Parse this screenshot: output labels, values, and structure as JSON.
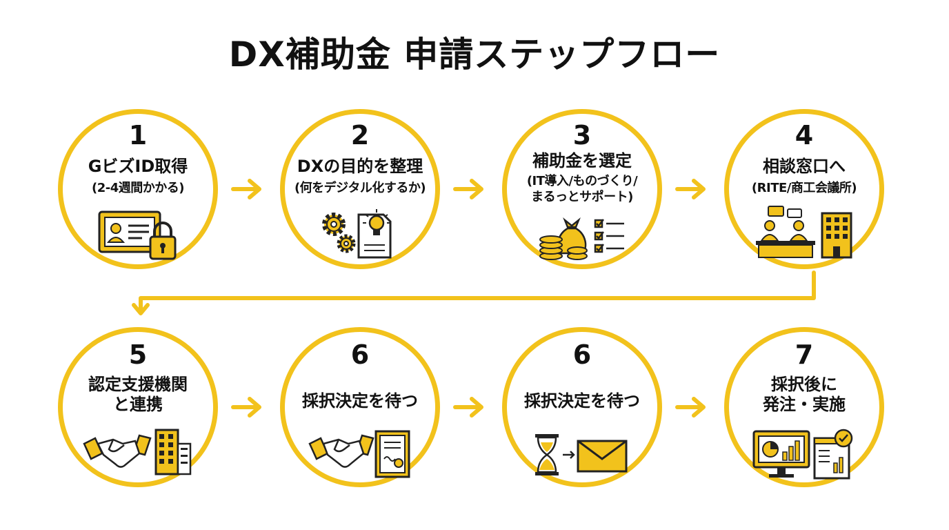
{
  "title": "DX補助金 申請ステップフロー",
  "colors": {
    "accent": "#F2C21C",
    "dark": "#222222",
    "text": "#111111"
  },
  "steps": [
    {
      "num": "1",
      "label": "GビズID取得",
      "sub": "(2-4週間かかる)",
      "icons": [
        "id-card-icon",
        "padlock-icon"
      ]
    },
    {
      "num": "2",
      "label": "DXの目的を整理",
      "sub": "(何をデジタル化するか)",
      "icons": [
        "gears-icon",
        "lightbulb-document-icon"
      ]
    },
    {
      "num": "3",
      "label": "補助金を選定",
      "sub_lines": [
        "(IT導入/ものづくり/",
        "まるっとサポート)"
      ],
      "icons": [
        "money-bag-coins-icon",
        "checklist-icon"
      ]
    },
    {
      "num": "4",
      "label": "相談窓口へ",
      "sub": "(RITE/商工会議所)",
      "icons": [
        "consultation-meeting-icon",
        "office-building-icon"
      ]
    },
    {
      "num": "5",
      "label_lines": [
        "認定支援機関",
        "と連携"
      ],
      "icons": [
        "handshake-icon",
        "office-building-icon"
      ]
    },
    {
      "num": "6",
      "label": "採択決定を待つ",
      "icons": [
        "handshake-icon",
        "certificate-icon"
      ]
    },
    {
      "num": "6",
      "label": "採択決定を待つ",
      "icons": [
        "hourglass-icon",
        "arrow-right-icon",
        "envelope-icon"
      ]
    },
    {
      "num": "7",
      "label_lines": [
        "採択後に",
        "発注・実施"
      ],
      "icons": [
        "monitor-chart-icon",
        "report-check-icon"
      ]
    }
  ]
}
